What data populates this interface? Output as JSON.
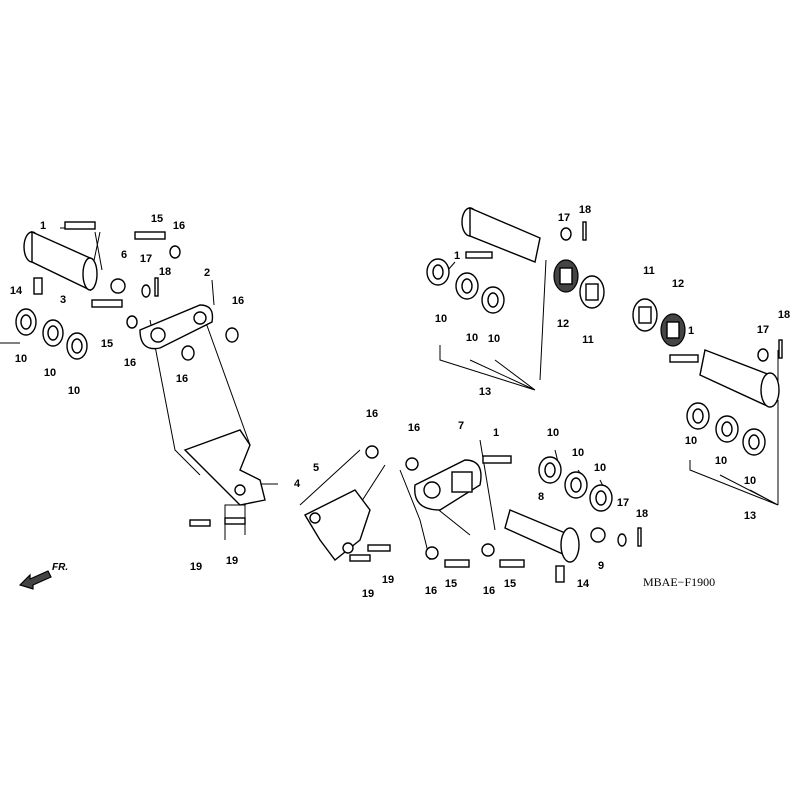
{
  "diagram": {
    "code": "MBAE−F1900",
    "direction_label": "FR.",
    "callouts": [
      "1",
      "15",
      "16",
      "6",
      "17",
      "18",
      "2",
      "14",
      "3",
      "15",
      "16",
      "10",
      "10",
      "10",
      "16",
      "16",
      "4",
      "19",
      "19",
      "5",
      "16",
      "16",
      "7",
      "1",
      "10",
      "10",
      "10",
      "8",
      "17",
      "18",
      "9",
      "14",
      "19",
      "19",
      "16",
      "15",
      "16",
      "15",
      "17",
      "18",
      "1",
      "10",
      "10",
      "10",
      "12",
      "11",
      "13",
      "11",
      "12",
      "1",
      "17",
      "18",
      "10",
      "10",
      "10",
      "13"
    ]
  }
}
